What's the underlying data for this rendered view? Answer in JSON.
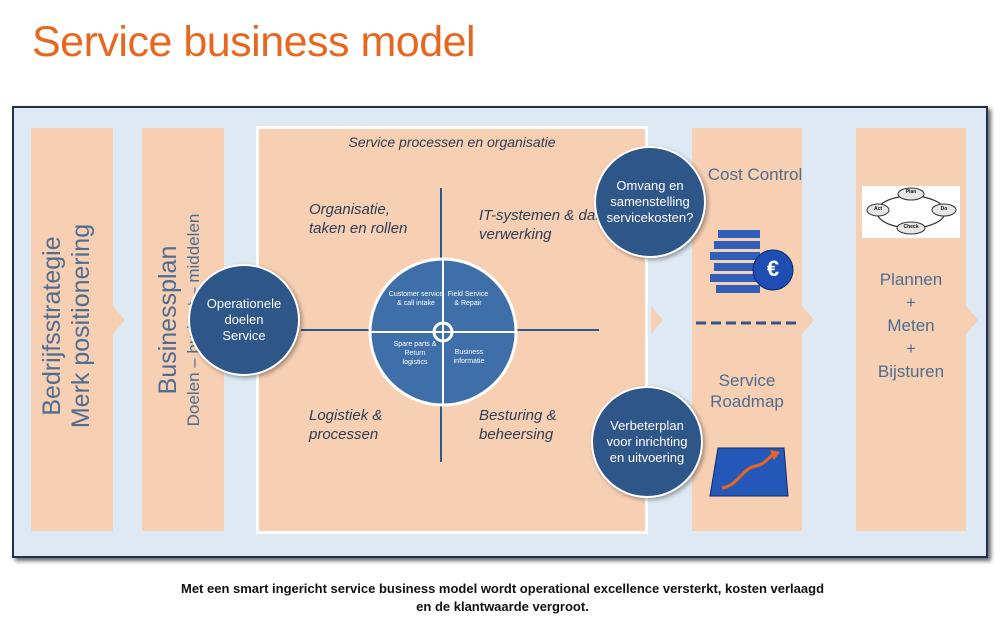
{
  "title": "Service business model",
  "colors": {
    "accent": "#e8671f",
    "panel": "#f7cfb2",
    "frame": "#dfe9f3",
    "circle": "#2f5689",
    "text": "#4f6d91"
  },
  "left1": {
    "line1": "Bedrijfsstrategie",
    "line2": "Merk positionering"
  },
  "left2": {
    "line1": "Businessplan",
    "line2": "Doelen – budget – middelen"
  },
  "operational_circle": "Operationele doelen Service",
  "center": {
    "title": "Service processen en organisatie",
    "q_tl": "Organisatie, taken en rollen",
    "q_tr": "IT-systemen & data verwerking",
    "q_bl": "Logistiek & processen",
    "q_br": "Besturing & beheersing",
    "pie_tl": "Customer service & call intake",
    "pie_tr": "Field Service & Repair",
    "pie_bl": "Spare parts & Return logistics",
    "pie_br": "Business informatie"
  },
  "cost": {
    "title": "Cost Control",
    "circle": "Omvang en samenstelling servicekosten?",
    "euro": "€"
  },
  "roadmap": {
    "title": "Service Roadmap",
    "circle": "Verbeterplan voor inrichting en uitvoering"
  },
  "right": {
    "l1": "Plannen",
    "p1": "+",
    "l2": "Meten",
    "p2": "+",
    "l3": "Bijsturen",
    "pdca_plan": "Plan",
    "pdca_do": "Do",
    "pdca_check": "Check",
    "pdca_act": "Act"
  },
  "caption": {
    "line1": "Met een smart ingericht service business model wordt operational excellence versterkt, kosten verlaagd",
    "line2": "en de klantwaarde vergroot."
  }
}
